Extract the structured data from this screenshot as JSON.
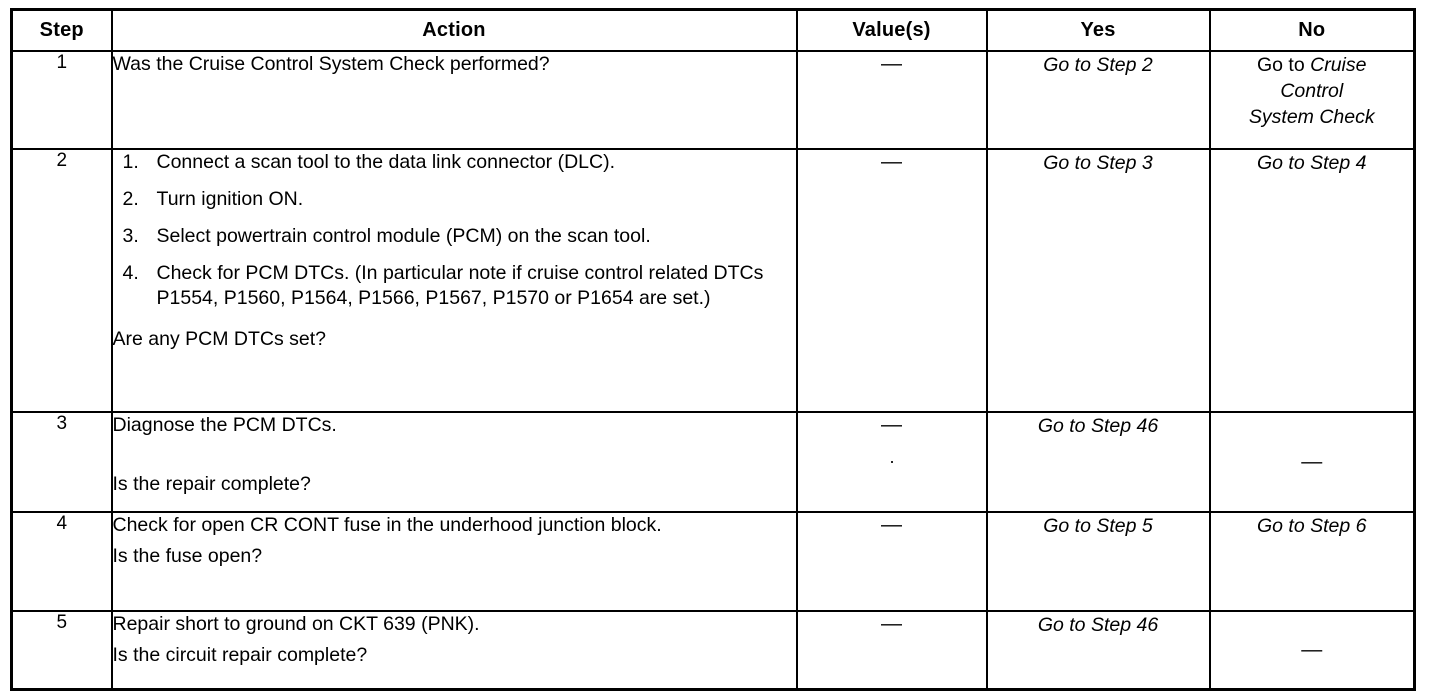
{
  "table": {
    "columns": [
      {
        "key": "step",
        "label": "Step"
      },
      {
        "key": "action",
        "label": "Action"
      },
      {
        "key": "value",
        "label": "Value(s)"
      },
      {
        "key": "yes",
        "label": "Yes"
      },
      {
        "key": "no",
        "label": "No"
      }
    ],
    "rows": [
      {
        "step": "1",
        "action_lead": "Was the Cruise Control System Check performed?",
        "value": "—",
        "yes": "Go to Step 2",
        "no_prefix": "Go to ",
        "no_reference_lines": [
          "Cruise",
          "Control",
          "System Check"
        ]
      },
      {
        "step": "2",
        "substeps": [
          {
            "num": "1.",
            "text": "Connect a scan tool to the data link connector (DLC)."
          },
          {
            "num": "2.",
            "text": "Turn ignition ON."
          },
          {
            "num": "3.",
            "text": "Select powertrain control module (PCM) on the scan tool."
          },
          {
            "num": "4.",
            "text": "Check for PCM DTCs. (In particular note if cruise control related DTCs P1554, P1560, P1564, P1566, P1567, P1570 or P1654 are set.)"
          }
        ],
        "action_trailer": "Are any PCM DTCs set?",
        "value": "—",
        "yes": "Go to Step 3",
        "no": "Go to Step 4"
      },
      {
        "step": "3",
        "action_lead": "Diagnose the PCM DTCs.",
        "action_trailer": "Is the repair complete?",
        "value": "—",
        "yes": "Go to Step 46",
        "no": "—"
      },
      {
        "step": "4",
        "action_lead": "Check for open CR CONT fuse in the underhood junction block.",
        "action_trailer": "Is the fuse open?",
        "value": "—",
        "yes": "Go to Step 5",
        "no": "Go to Step 6"
      },
      {
        "step": "5",
        "action_lead": "Repair short to ground on CKT 639 (PNK).",
        "action_trailer": "Is the circuit repair complete?",
        "value": "—",
        "yes": "Go to Step 46",
        "no": "—"
      }
    ]
  }
}
